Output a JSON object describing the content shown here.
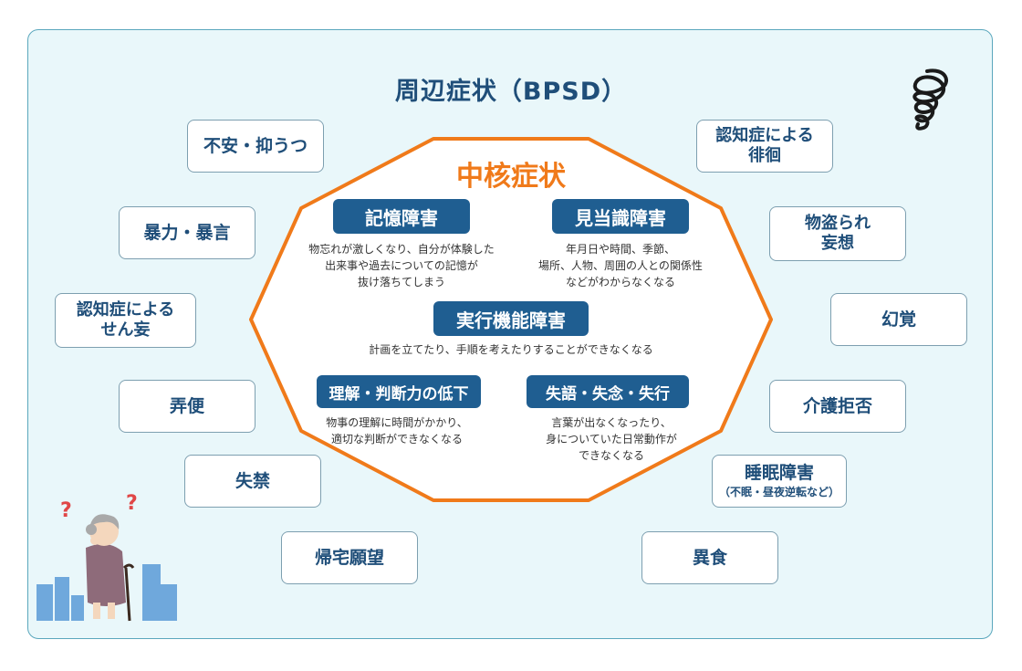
{
  "title": "周辺症状（BPSD）",
  "core": {
    "title": "中核症状",
    "items": [
      {
        "label": "記憶障害",
        "desc": [
          "物忘れが激しくなり、自分が体験した",
          "出来事や過去についての記憶が",
          "抜け落ちてしまう"
        ]
      },
      {
        "label": "見当識障害",
        "desc": [
          "年月日や時間、季節、",
          "場所、人物、周囲の人との関係性",
          "などがわからなくなる"
        ]
      },
      {
        "label": "実行機能障害",
        "desc": [
          "計画を立てたり、手順を考えたりすることができなくなる"
        ]
      },
      {
        "label": "理解・判断力の低下",
        "desc": [
          "物事の理解に時間がかかり、",
          "適切な判断ができなくなる"
        ]
      },
      {
        "label": "失語・失念・失行",
        "desc": [
          "言葉が出なくなったり、",
          "身についていた日常動作が",
          "できなくなる"
        ]
      }
    ]
  },
  "bpsd": {
    "left": [
      {
        "label": "不安・抑うつ"
      },
      {
        "label": "暴力・暴言"
      },
      {
        "label": "認知症による\nせん妄"
      },
      {
        "label": "弄便"
      },
      {
        "label": "失禁"
      },
      {
        "label": "帰宅願望"
      }
    ],
    "right": [
      {
        "label": "認知症による\n徘徊"
      },
      {
        "label": "物盗られ\n妄想"
      },
      {
        "label": "幻覚"
      },
      {
        "label": "介護拒否"
      },
      {
        "label": "睡眠障害",
        "sub": "（不眠・昼夜逆転など）"
      },
      {
        "label": "異食"
      }
    ]
  },
  "icons": {
    "question": "?",
    "question2": "?"
  },
  "colors": {
    "accent": "#f07a1a",
    "navy": "#1f5e91",
    "panel": "#e9f7fa"
  }
}
